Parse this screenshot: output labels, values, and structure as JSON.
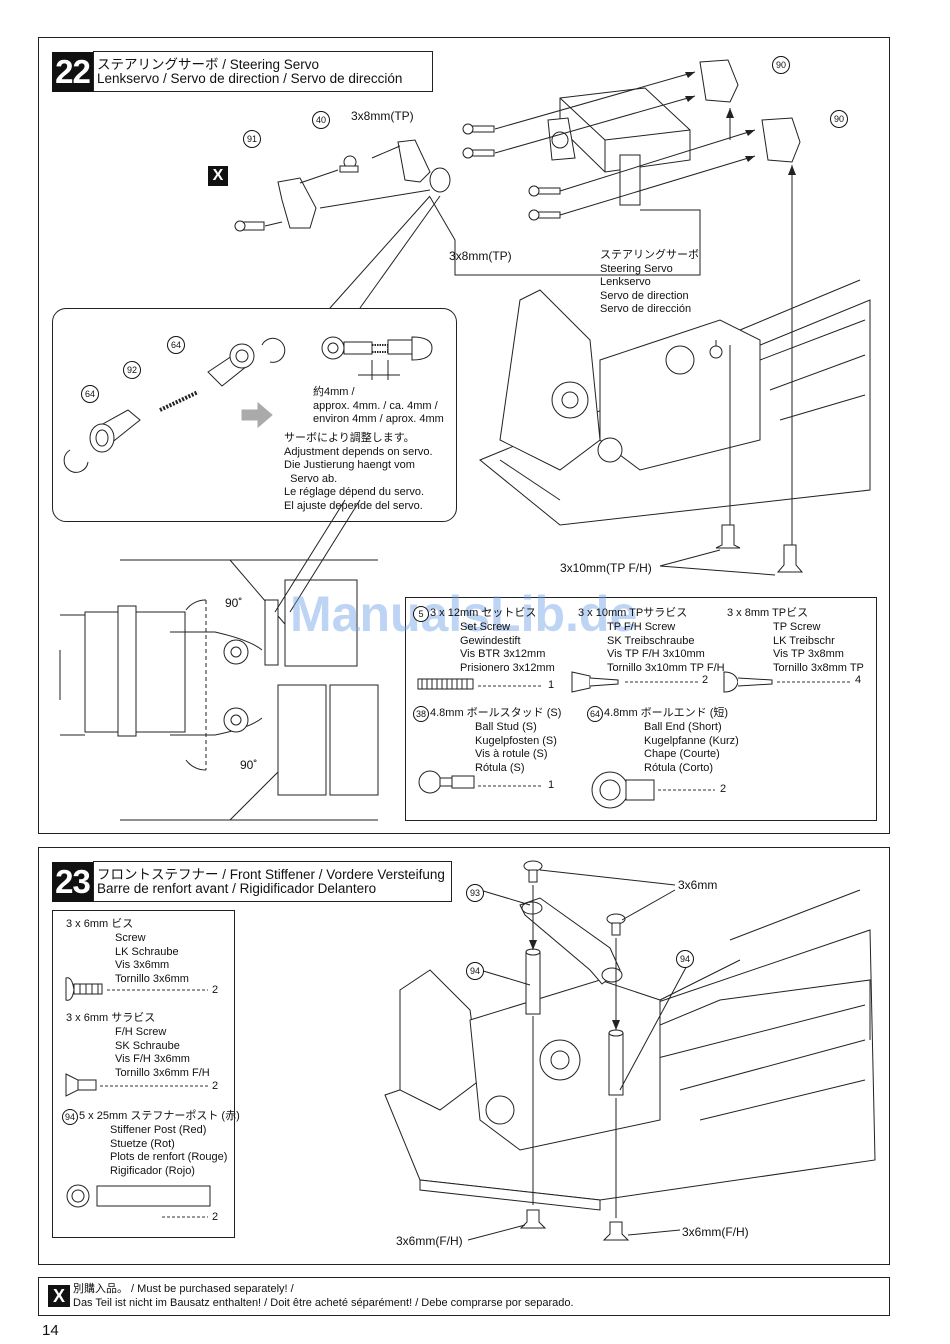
{
  "step22": {
    "number": "22",
    "title_line1": "ステアリングサーボ / Steering Servo",
    "title_line2": "Lenkservo / Servo de direction / Servo de dirección",
    "screw_label_top": "3x8mm(TP)",
    "screw_label_left": "3x8mm(TP)",
    "screw_label_bottom": "3x10mm(TP F/H)",
    "servo_callout": "ステアリングサーボ\nSteering Servo\nLenkservo\nServo de direction\nServo de dirección",
    "parts": {
      "p90": "90",
      "p91": "91",
      "p40": "40",
      "p64": "64",
      "p92": "92"
    },
    "x_mark": "X",
    "detail": {
      "measure": "約4mm /\napprox. 4mm. / ca. 4mm /\nenviron 4mm / aprox. 4mm",
      "note": "サーボにより調整します。\nAdjustment depends on servo.\nDie Justierung haengt vom\n  Servo ab.\nLe réglage dépend du servo.\nEl ajuste depende del servo."
    },
    "angle_top": "90˚",
    "angle_bottom": "90˚",
    "parts_bag": {
      "watermark": "ManualsLib.de",
      "items": [
        {
          "head": "3 x 12mm  セットビス",
          "names": "Set Screw\nGewindestift\nVis BTR 3x12mm\nPrisionero 3x12mm",
          "qty": "1",
          "num": "5"
        },
        {
          "head": "3 x 10mm  TPサラビス",
          "names": "TP F/H Screw\nSK Treibschraube\nVis TP F/H 3x10mm\nTornillo 3x10mm TP F/H",
          "qty": "2"
        },
        {
          "head": "3 x 8mm  TPビス",
          "names": "TP Screw\nLK Treibschr\nVis TP 3x8mm\nTornillo 3x8mm TP",
          "qty": "4"
        },
        {
          "head": "4.8mm  ボールスタッド (S)",
          "names": "Ball Stud (S)\nKugelpfosten (S)\nVis à rotule (S)\nRótula (S)",
          "qty": "1",
          "num": "38"
        },
        {
          "head": "4.8mm  ボールエンド (短)",
          "names": "Ball End (Short)\nKugelpfanne (Kurz)\nChape (Courte)\nRótula (Corto)",
          "qty": "2",
          "num": "64"
        }
      ]
    }
  },
  "step23": {
    "number": "23",
    "title_line1": "フロントステフナー / Front Stiffener / Vordere Versteifung",
    "title_line2": "Barre de renfort avant / Rigidificador Delantero",
    "screw_top": "3x6mm",
    "screw_bottom_left": "3x6mm(F/H)",
    "screw_bottom_right": "3x6mm(F/H)",
    "parts": {
      "p93": "93",
      "p94a": "94",
      "p94b": "94"
    },
    "parts_bag": [
      {
        "head": "3 x 6mm  ビス",
        "names": "Screw\nLK Schraube\nVis 3x6mm\nTornillo 3x6mm",
        "qty": "2"
      },
      {
        "head": "3 x 6mm  サラビス",
        "names": "F/H Screw\nSK Schraube\nVis F/H 3x6mm\nTornillo 3x6mm F/H",
        "qty": "2"
      },
      {
        "head": "5 x 25mm  ステフナーポスト (赤)",
        "names": "Stiffener Post (Red)\nStuetze (Rot)\nPlots de renfort (Rouge)\nRigificador (Rojo)",
        "qty": "2",
        "num": "94"
      }
    ]
  },
  "footer": {
    "x_mark": "X",
    "line1": "別購入品。 / Must be purchased separately! /",
    "line2": "Das Teil ist nicht im Bausatz enthalten! / Doit être acheté séparément! / Debe comprarse por separado."
  },
  "page_number": "14"
}
